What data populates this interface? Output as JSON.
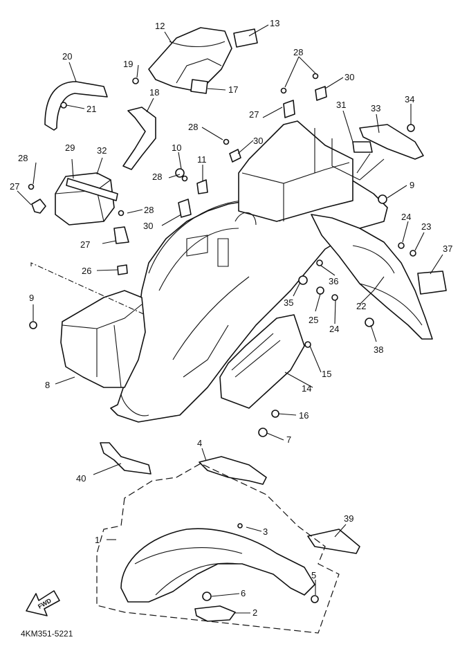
{
  "diagram": {
    "reference_code": "4KM351-5221",
    "fwd_label": "FWD",
    "callouts": [
      "1",
      "2",
      "3",
      "4",
      "5",
      "6",
      "7",
      "8",
      "9",
      "9",
      "10",
      "11",
      "12",
      "13",
      "14",
      "15",
      "16",
      "17",
      "18",
      "19",
      "20",
      "21",
      "22",
      "23",
      "24",
      "24",
      "25",
      "26",
      "27",
      "27",
      "27",
      "28",
      "28",
      "28",
      "28",
      "28",
      "29",
      "30",
      "30",
      "30",
      "31",
      "32",
      "33",
      "34",
      "35",
      "36",
      "37",
      "38",
      "39",
      "40"
    ]
  }
}
